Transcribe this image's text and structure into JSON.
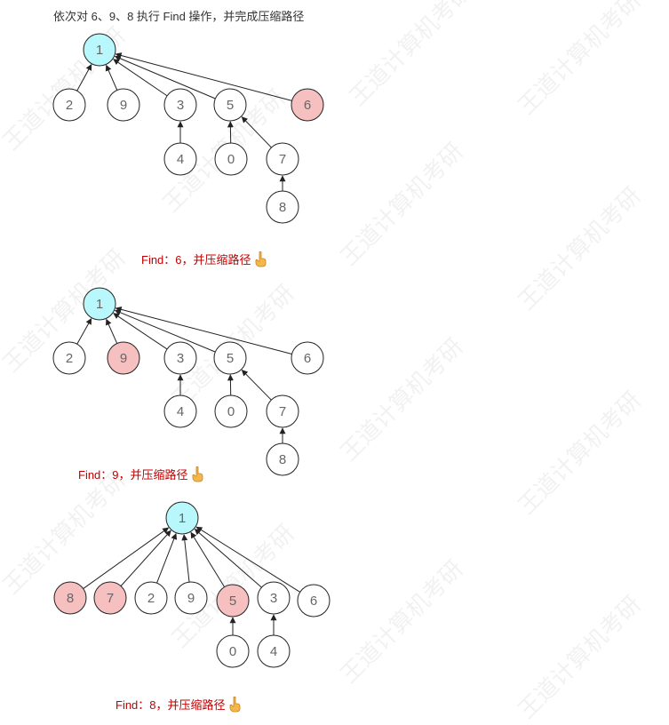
{
  "title": "依次对 6、9、8 执行 Find 操作，并完成压缩路径",
  "watermark": "王道计算机考研",
  "colors": {
    "root_fill": "#b8f7fb",
    "highlight_fill": "#f6c0c0",
    "node_fill": "#ffffff",
    "stroke": "#222222",
    "caption": "#c00000"
  },
  "captions": [
    "Find：6，并压缩路径",
    "Find：9，并压缩路径",
    "Find：8，并压缩路径"
  ],
  "hand_icon": "pointing-hand-icon",
  "trees": [
    {
      "nodes": [
        {
          "id": "1",
          "style": "root"
        },
        {
          "id": "2",
          "style": "plain"
        },
        {
          "id": "9",
          "style": "plain"
        },
        {
          "id": "3",
          "style": "plain"
        },
        {
          "id": "5",
          "style": "plain"
        },
        {
          "id": "6",
          "style": "highlight"
        },
        {
          "id": "4",
          "style": "plain"
        },
        {
          "id": "0",
          "style": "plain"
        },
        {
          "id": "7",
          "style": "plain"
        },
        {
          "id": "8",
          "style": "plain"
        }
      ],
      "edges": [
        [
          "2",
          "1"
        ],
        [
          "9",
          "1"
        ],
        [
          "3",
          "1"
        ],
        [
          "5",
          "1"
        ],
        [
          "6",
          "1"
        ],
        [
          "4",
          "3"
        ],
        [
          "0",
          "5"
        ],
        [
          "7",
          "5"
        ],
        [
          "8",
          "7"
        ]
      ]
    },
    {
      "nodes": [
        {
          "id": "1",
          "style": "root"
        },
        {
          "id": "2",
          "style": "plain"
        },
        {
          "id": "9",
          "style": "highlight"
        },
        {
          "id": "3",
          "style": "plain"
        },
        {
          "id": "5",
          "style": "plain"
        },
        {
          "id": "6",
          "style": "plain"
        },
        {
          "id": "4",
          "style": "plain"
        },
        {
          "id": "0",
          "style": "plain"
        },
        {
          "id": "7",
          "style": "plain"
        },
        {
          "id": "8",
          "style": "plain"
        }
      ],
      "edges": [
        [
          "2",
          "1"
        ],
        [
          "9",
          "1"
        ],
        [
          "3",
          "1"
        ],
        [
          "5",
          "1"
        ],
        [
          "6",
          "1"
        ],
        [
          "4",
          "3"
        ],
        [
          "0",
          "5"
        ],
        [
          "7",
          "5"
        ],
        [
          "8",
          "7"
        ]
      ]
    },
    {
      "nodes": [
        {
          "id": "1",
          "style": "root"
        },
        {
          "id": "8",
          "style": "highlight"
        },
        {
          "id": "7",
          "style": "highlight"
        },
        {
          "id": "2",
          "style": "plain"
        },
        {
          "id": "9",
          "style": "plain"
        },
        {
          "id": "5",
          "style": "highlight"
        },
        {
          "id": "3",
          "style": "plain"
        },
        {
          "id": "6",
          "style": "plain"
        },
        {
          "id": "0",
          "style": "plain"
        },
        {
          "id": "4",
          "style": "plain"
        }
      ],
      "edges": [
        [
          "8",
          "1"
        ],
        [
          "7",
          "1"
        ],
        [
          "2",
          "1"
        ],
        [
          "9",
          "1"
        ],
        [
          "5",
          "1"
        ],
        [
          "3",
          "1"
        ],
        [
          "6",
          "1"
        ],
        [
          "0",
          "5"
        ],
        [
          "4",
          "3"
        ]
      ]
    }
  ]
}
